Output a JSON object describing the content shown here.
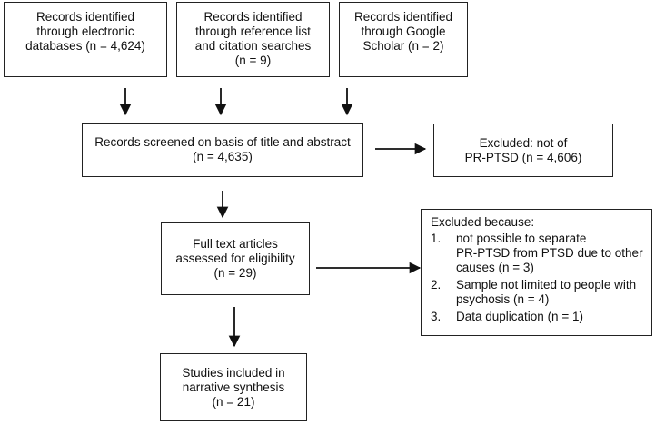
{
  "boxes": {
    "electronic": [
      "Records identified",
      "through electronic",
      "databases (n = 4,624)"
    ],
    "reference": [
      "Records identified",
      "through reference list",
      "and citation searches",
      "(n = 9)"
    ],
    "scholar": [
      "Records identified",
      "through Google",
      "Scholar (n = 2)"
    ],
    "screened": [
      "Records screened on basis of title and abstract",
      "(n = 4,635)"
    ],
    "excluded1": [
      "Excluded: not of",
      "PR-PTSD (n = 4,606)"
    ],
    "fulltext": [
      "Full text articles",
      "assessed for eligibility",
      "(n = 29)"
    ],
    "included": [
      "Studies included in",
      "narrative synthesis",
      "(n = 21)"
    ]
  },
  "excluded2": {
    "heading": "Excluded because:",
    "items": [
      {
        "num": "1.",
        "lines": [
          "not possible to separate",
          "PR-PTSD from PTSD due to other",
          "causes (n = 3)"
        ]
      },
      {
        "num": "2.",
        "lines": [
          "Sample not limited to people with",
          "psychosis (n = 4)"
        ]
      },
      {
        "num": "3.",
        "lines": [
          "Data duplication (n = 1)"
        ]
      }
    ]
  }
}
